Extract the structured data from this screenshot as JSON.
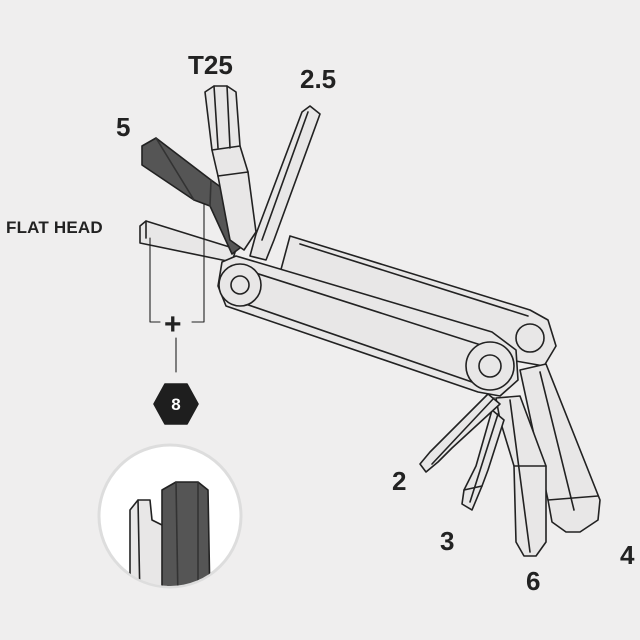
{
  "labels": {
    "t25": "T25",
    "size_2_5": "2.5",
    "size_5": "5",
    "flat_head": "FLAT HEAD",
    "size_2": "2",
    "size_3": "3",
    "size_6": "6",
    "size_4": "4",
    "plus": "+",
    "combined_size": "8"
  },
  "colors": {
    "background": "#efeeee",
    "tool_fill": "#e8e7e7",
    "outline": "#222222",
    "dark_bit": "#555555",
    "badge": "#1e1e1e"
  }
}
